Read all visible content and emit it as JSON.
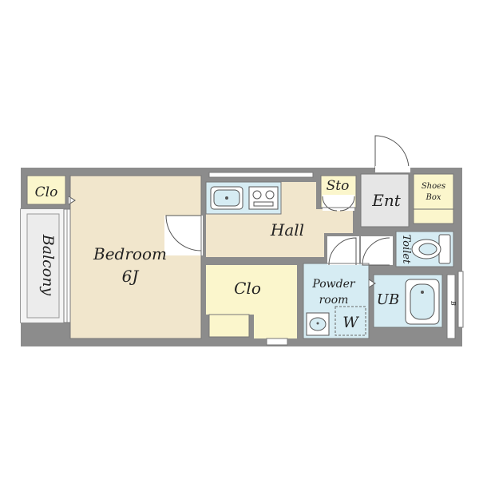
{
  "colors": {
    "wall": "#8c8c8c",
    "bedroom_floor": "#f1e6cc",
    "closet_floor": "#fbf6cc",
    "hall_floor": "#f1e6cc",
    "wet_area_floor": "#d6ecf3",
    "entrance_floor": "#e6e6e6",
    "balcony_floor": "#ececec"
  },
  "rooms": {
    "bedroom_name": "Bedroom",
    "bedroom_size": "6J",
    "closet_small": "Clo",
    "closet_main": "Clo",
    "balcony": "Balcony",
    "hall": "Hall",
    "storage": "Sto",
    "entrance": "Ent",
    "shoes_box_line1": "Shoes",
    "shoes_box_line2": "Box",
    "toilet": "Toilet",
    "powder_room_line1": "Powder",
    "powder_room_line2": "room",
    "washer": "W",
    "unit_bath": "UB",
    "side_mark": "B"
  },
  "icons": {
    "sink": "kitchen-sink-icon",
    "stove": "stove-icon",
    "toilet": "toilet-icon",
    "bathtub": "bathtub-icon",
    "basin": "wash-basin-icon"
  }
}
